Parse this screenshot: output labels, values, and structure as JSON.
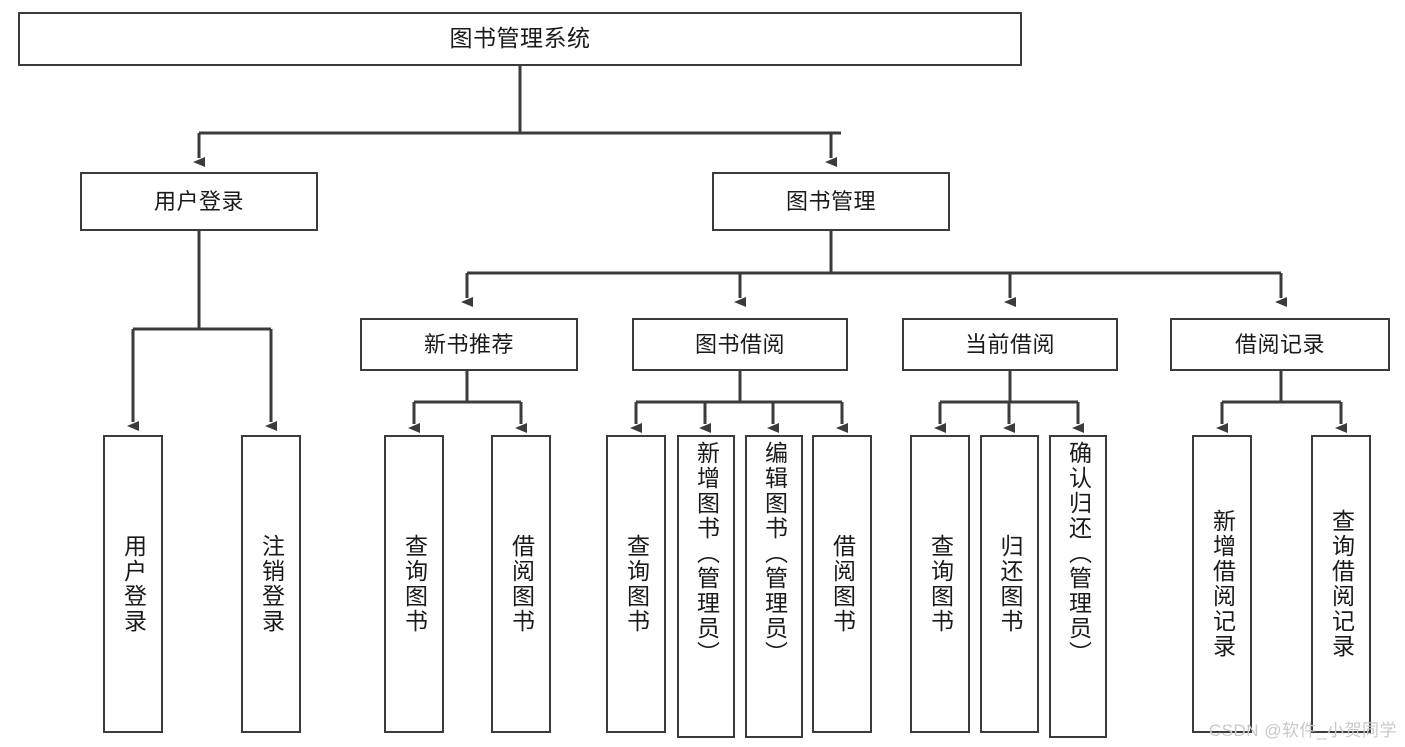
{
  "diagram": {
    "title": "图书管理系统",
    "type": "tree",
    "orientation": "top-down",
    "watermark": "CSDN @软件_小贺同学",
    "colors": {
      "box_border": "#3b3b3b",
      "box_fill": "#ffffff",
      "edge": "#3b3b3b",
      "text": "#1a1a1a",
      "watermark": "#c9c9c9",
      "background": "#ffffff"
    },
    "nodes": {
      "root": {
        "label": "图书管理系统",
        "level": 1,
        "text_direction": "horizontal"
      },
      "user_login": {
        "label": "用户登录",
        "level": 2,
        "text_direction": "horizontal"
      },
      "book_manage": {
        "label": "图书管理",
        "level": 2,
        "text_direction": "horizontal"
      },
      "new_book_rec": {
        "label": "新书推荐",
        "level": 3,
        "text_direction": "horizontal"
      },
      "book_borrow": {
        "label": "图书借阅",
        "level": 3,
        "text_direction": "horizontal"
      },
      "current_borrow": {
        "label": "当前借阅",
        "level": 3,
        "text_direction": "horizontal"
      },
      "borrow_record": {
        "label": "借阅记录",
        "level": 3,
        "text_direction": "horizontal"
      },
      "leaf_user_login": {
        "label": "用户登录",
        "level": 4,
        "text_direction": "vertical"
      },
      "leaf_logout": {
        "label": "注销登录",
        "level": 4,
        "text_direction": "vertical"
      },
      "leaf_query_book_1": {
        "label": "查询图书",
        "level": 4,
        "text_direction": "vertical"
      },
      "leaf_borrow_book_1": {
        "label": "借阅图书",
        "level": 4,
        "text_direction": "vertical"
      },
      "leaf_query_book_2": {
        "label": "查询图书",
        "level": 4,
        "text_direction": "vertical"
      },
      "leaf_add_book": {
        "label": "新增图书（管理员）",
        "level": 4,
        "text_direction": "vertical"
      },
      "leaf_edit_book": {
        "label": "编辑图书（管理员）",
        "level": 4,
        "text_direction": "vertical"
      },
      "leaf_borrow_book_2": {
        "label": "借阅图书",
        "level": 4,
        "text_direction": "vertical"
      },
      "leaf_query_book_3": {
        "label": "查询图书",
        "level": 4,
        "text_direction": "vertical"
      },
      "leaf_return_book": {
        "label": "归还图书",
        "level": 4,
        "text_direction": "vertical"
      },
      "leaf_confirm_return": {
        "label": "确认归还（管理员）",
        "level": 4,
        "text_direction": "vertical"
      },
      "leaf_add_record": {
        "label": "新增借阅记录",
        "level": 4,
        "text_direction": "vertical"
      },
      "leaf_query_record": {
        "label": "查询借阅记录",
        "level": 4,
        "text_direction": "vertical"
      }
    },
    "edges": [
      {
        "from": "root",
        "to": "user_login"
      },
      {
        "from": "root",
        "to": "book_manage"
      },
      {
        "from": "user_login",
        "to": "leaf_user_login"
      },
      {
        "from": "user_login",
        "to": "leaf_logout"
      },
      {
        "from": "book_manage",
        "to": "new_book_rec"
      },
      {
        "from": "book_manage",
        "to": "book_borrow"
      },
      {
        "from": "book_manage",
        "to": "current_borrow"
      },
      {
        "from": "book_manage",
        "to": "borrow_record"
      },
      {
        "from": "new_book_rec",
        "to": "leaf_query_book_1"
      },
      {
        "from": "new_book_rec",
        "to": "leaf_borrow_book_1"
      },
      {
        "from": "book_borrow",
        "to": "leaf_query_book_2"
      },
      {
        "from": "book_borrow",
        "to": "leaf_add_book"
      },
      {
        "from": "book_borrow",
        "to": "leaf_edit_book"
      },
      {
        "from": "book_borrow",
        "to": "leaf_borrow_book_2"
      },
      {
        "from": "current_borrow",
        "to": "leaf_query_book_3"
      },
      {
        "from": "current_borrow",
        "to": "leaf_return_book"
      },
      {
        "from": "current_borrow",
        "to": "leaf_confirm_return"
      },
      {
        "from": "borrow_record",
        "to": "leaf_add_record"
      },
      {
        "from": "borrow_record",
        "to": "leaf_query_record"
      }
    ]
  }
}
